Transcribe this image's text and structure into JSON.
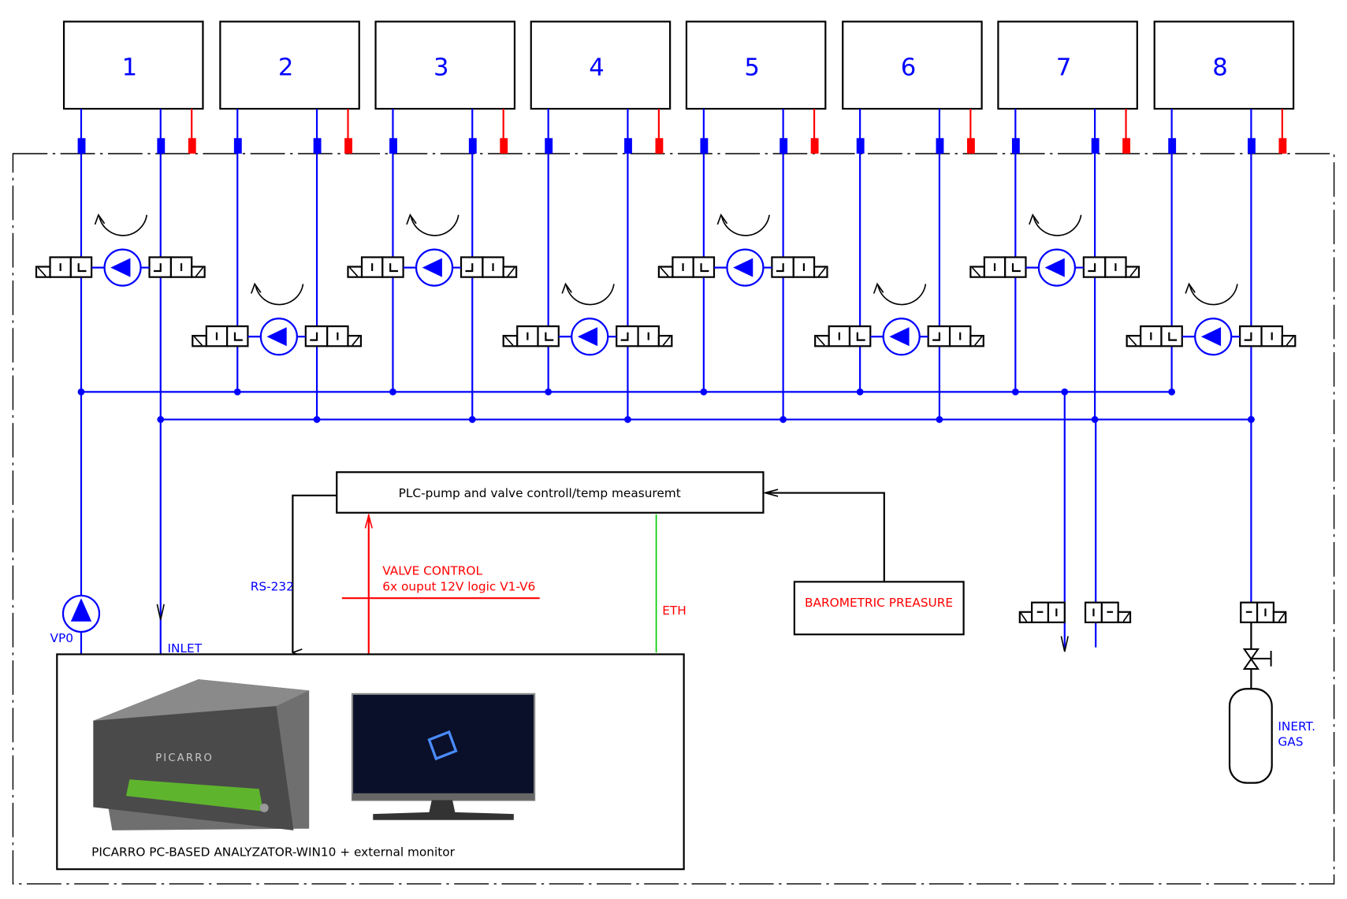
{
  "stations": [
    {
      "label": "1",
      "pump_row": "upper"
    },
    {
      "label": "2",
      "pump_row": "lower"
    },
    {
      "label": "3",
      "pump_row": "upper"
    },
    {
      "label": "4",
      "pump_row": "lower"
    },
    {
      "label": "5",
      "pump_row": "upper"
    },
    {
      "label": "6",
      "pump_row": "lower"
    },
    {
      "label": "7",
      "pump_row": "upper"
    },
    {
      "label": "8",
      "pump_row": "lower"
    }
  ],
  "plc": {
    "label": "PLC-pump and valve controll/temp measuremt"
  },
  "links": {
    "rs232": "RS-232",
    "valve_control_1": "VALVE CONTROL",
    "valve_control_2": "6x ouput  12V logic  V1-V6",
    "eth": "ETH"
  },
  "barometric": {
    "label": "BAROMETRIC PREASURE"
  },
  "analyzer": {
    "label": "PICARRO  PC-BASED ANALYZATOR-WIN10 + external monitor",
    "brand": "PICARRO"
  },
  "labels": {
    "vp0": "VP0",
    "inlet": "INLET",
    "inert_1": "INERT.",
    "inert_2": "GAS"
  },
  "colors": {
    "gas_line": "#0000ff",
    "signal": "#ff0000",
    "eth": "#00cc00",
    "outline": "#000000"
  }
}
